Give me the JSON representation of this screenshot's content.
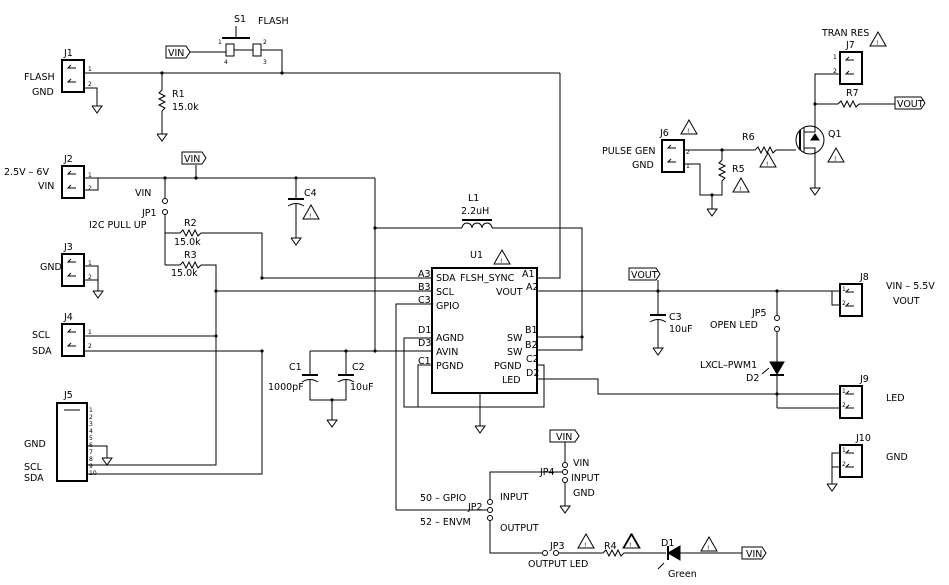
{
  "s1": {
    "ref": "S1",
    "name": "FLASH",
    "pins": [
      "1",
      "2",
      "3",
      "4"
    ]
  },
  "nets": {
    "vin": "VIN",
    "vout": "VOUT"
  },
  "connectors": {
    "j1": {
      "ref": "J1",
      "labels": [
        "FLASH",
        "GND"
      ]
    },
    "j2": {
      "ref": "J2",
      "labels": [
        "2.5V – 6V",
        "VIN"
      ]
    },
    "j3": {
      "ref": "J3",
      "labels": [
        "GND"
      ]
    },
    "j4": {
      "ref": "J4",
      "labels": [
        "SCL",
        "SDA"
      ]
    },
    "j5": {
      "ref": "J5",
      "labels": [
        "GND",
        "SCL",
        "SDA"
      ]
    },
    "j6": {
      "ref": "J6",
      "labels": [
        "PULSE GEN",
        "GND"
      ]
    },
    "j7": {
      "ref": "J7",
      "labels": [
        "TRAN RES"
      ]
    },
    "j8": {
      "ref": "J8",
      "labels": [
        "VIN – 5.5V",
        "VOUT"
      ]
    },
    "j9": {
      "ref": "J9",
      "labels": [
        "LED"
      ]
    },
    "j10": {
      "ref": "J10",
      "labels": [
        "GND"
      ]
    }
  },
  "resistors": [
    {
      "ref": "R1",
      "value": "15.0k"
    },
    {
      "ref": "R2",
      "value": "15.0k"
    },
    {
      "ref": "R3",
      "value": "15.0k"
    },
    {
      "ref": "R4",
      "value": ""
    },
    {
      "ref": "R5",
      "value": ""
    },
    {
      "ref": "R6",
      "value": ""
    },
    {
      "ref": "R7",
      "value": ""
    }
  ],
  "capacitors": [
    {
      "ref": "C1",
      "value": "1000pF"
    },
    {
      "ref": "C2",
      "value": "10uF"
    },
    {
      "ref": "C3",
      "value": "10uF"
    },
    {
      "ref": "C4",
      "value": ""
    }
  ],
  "inductor": {
    "ref": "L1",
    "value": "2.2uH"
  },
  "jumpers": {
    "jp1": {
      "ref": "JP1",
      "labels": [
        "VIN",
        "I2C PULL UP"
      ]
    },
    "jp2": {
      "ref": "JP2",
      "labels": [
        "50 – GPIO",
        "52 – ENVM",
        "INPUT",
        "OUTPUT"
      ]
    },
    "jp3": {
      "ref": "JP3",
      "labels": [
        "OUTPUT LED"
      ]
    },
    "jp4": {
      "ref": "JP4",
      "labels": [
        "VIN",
        "INPUT",
        "GND"
      ]
    },
    "jp5": {
      "ref": "JP5",
      "labels": [
        "OPEN LED"
      ]
    }
  },
  "diodes": {
    "d1": {
      "ref": "D1",
      "label": "Green"
    },
    "d2": {
      "ref": "D2",
      "label": "LXCL–PWM1"
    }
  },
  "q1": {
    "ref": "Q1"
  },
  "u1": {
    "ref": "U1",
    "left_pins": [
      {
        "ball": "A3",
        "name": "SDA"
      },
      {
        "ball": "B3",
        "name": "SCL"
      },
      {
        "ball": "C3",
        "name": "GPIO"
      },
      {
        "ball": "D1",
        "name": "AGND"
      },
      {
        "ball": "D3",
        "name": "AVIN"
      },
      {
        "ball": "C1",
        "name": "PGND"
      }
    ],
    "right_pins": [
      {
        "ball": "A1",
        "name": "FLSH_SYNC"
      },
      {
        "ball": "A2",
        "name": "VOUT"
      },
      {
        "ball": "B1",
        "name": "SW"
      },
      {
        "ball": "B2",
        "name": "SW"
      },
      {
        "ball": "C2",
        "name": "PGND"
      },
      {
        "ball": "D2",
        "name": "LED"
      }
    ]
  },
  "warning_symbol": "!",
  "connector_pin_numbers": [
    "1",
    "2"
  ],
  "j5_pin_numbers": [
    "1",
    "2",
    "3",
    "4",
    "5",
    "6",
    "7",
    "8",
    "9",
    "10"
  ]
}
